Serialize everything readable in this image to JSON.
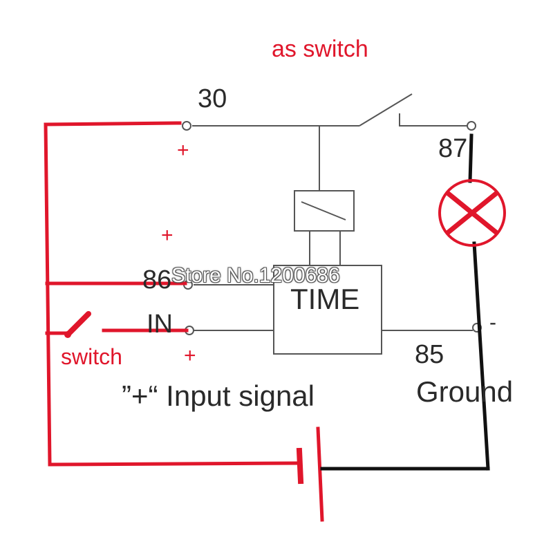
{
  "title": "as switch",
  "terminals": {
    "t30": "30",
    "t87": "87",
    "t86": "86",
    "t85": "85",
    "in": "IN"
  },
  "ground_label": "Ground",
  "timer_label": "TIME",
  "switch_label": "switch",
  "input_signal_label": "”+“ Input signal",
  "plus_sign": "+",
  "minus_sign": "-",
  "watermark": "Store No.1200686",
  "colors": {
    "wire_red": "#e0162b",
    "wire_black": "#111111",
    "schematic_gray": "#555555"
  },
  "icons": {
    "lamp": "lamp-x-icon",
    "battery": "battery-icon",
    "coil": "relay-coil-icon"
  }
}
